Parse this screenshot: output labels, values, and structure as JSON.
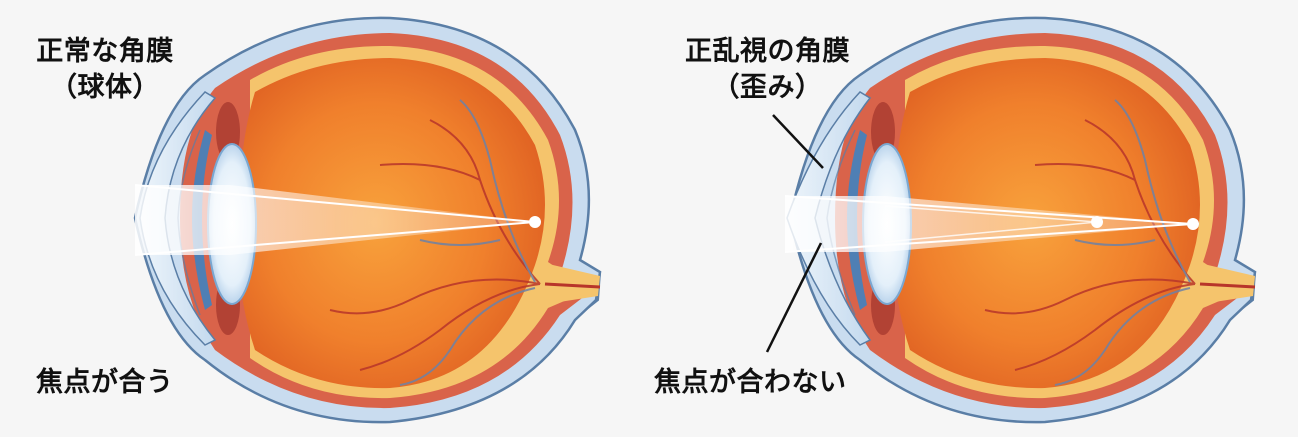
{
  "left_panel": {
    "title_line1": "正常な角膜",
    "title_line2": "（球体）",
    "caption": "焦点が合う"
  },
  "right_panel": {
    "title_line1": "正乱視の角膜",
    "title_line2": "（歪み）",
    "caption": "焦点が合わない"
  },
  "colors": {
    "background": "#f6f6f6",
    "sclera": "#c9dcef",
    "sclera_outline": "#5a7ea6",
    "choroid": "#d9634a",
    "retina_yellow": "#f5c46c",
    "vitreous": "#f07f2a",
    "lens": "#e6f2fb",
    "iris": "#4f7fb4",
    "vessel_red": "#b8352a",
    "vessel_blue": "#6d82a6",
    "light_beam": "#ffffff"
  }
}
